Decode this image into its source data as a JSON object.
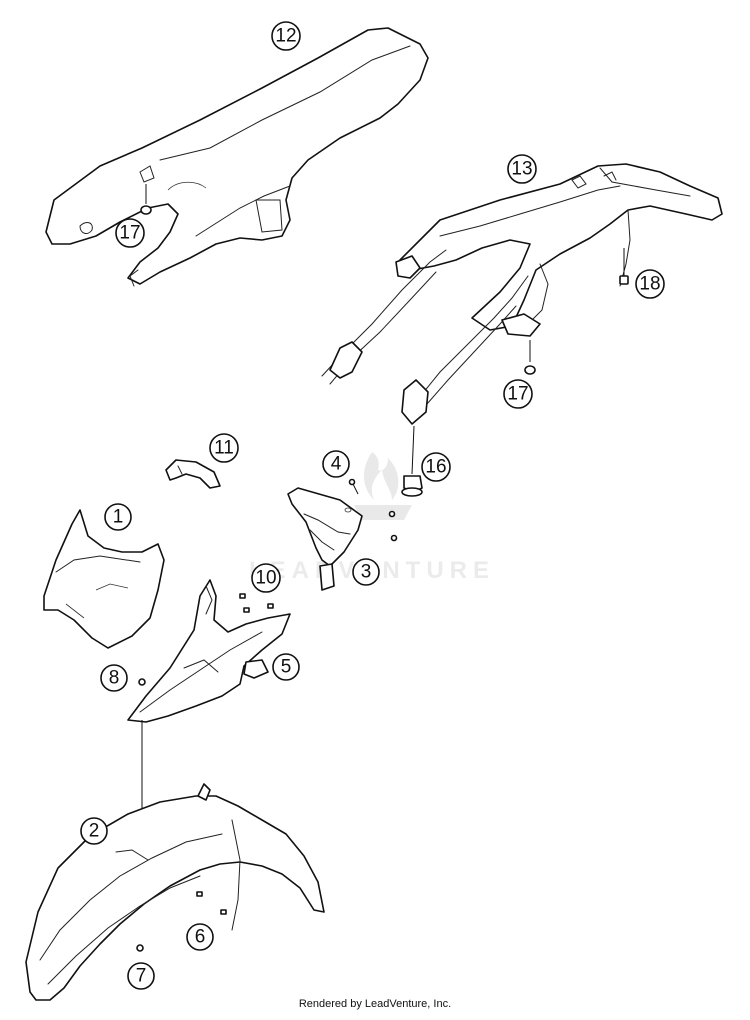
{
  "callouts": [
    {
      "label": "1"
    },
    {
      "label": "2"
    },
    {
      "label": "3"
    },
    {
      "label": "4"
    },
    {
      "label": "5"
    },
    {
      "label": "6"
    },
    {
      "label": "7"
    },
    {
      "label": "8"
    },
    {
      "label": "10"
    },
    {
      "label": "11"
    },
    {
      "label": "12"
    },
    {
      "label": "13"
    },
    {
      "label": "16"
    },
    {
      "label": "17"
    },
    {
      "label": "17"
    },
    {
      "label": "18"
    }
  ],
  "watermark": {
    "text": "LEADVENTURE",
    "icon": "flame-logo-icon"
  },
  "footer": {
    "text": "Rendered by LeadVenture, Inc."
  }
}
